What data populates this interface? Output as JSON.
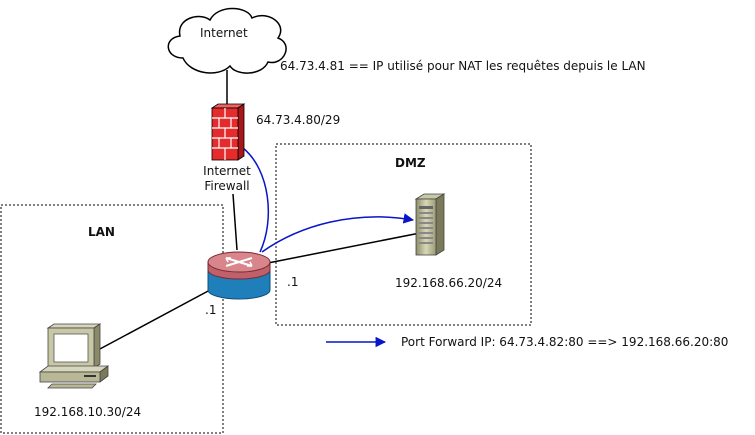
{
  "internet": {
    "label": "Internet"
  },
  "nat_note": "64.73.4.81 == IP utilisé pour NAT les requêtes depuis le LAN",
  "firewall": {
    "subnet": "64.73.4.80/29",
    "label_line1": "Internet",
    "label_line2": "Firewall"
  },
  "dmz": {
    "title": "DMZ",
    "router_iface": ".1",
    "server_ip": "192.168.66.20/24"
  },
  "lan": {
    "title": "LAN",
    "router_iface": ".1",
    "pc_ip": "192.168.10.30/24"
  },
  "legend": {
    "port_forward": "Port Forward IP: 64.73.4.82:80 ==> 192.168.66.20:80"
  },
  "colors": {
    "forward_arrow": "#0a14c8",
    "link": "#000000",
    "firewall": "#e52b2b",
    "router_top": "#d8858b",
    "router_body": "#1f7fba"
  }
}
